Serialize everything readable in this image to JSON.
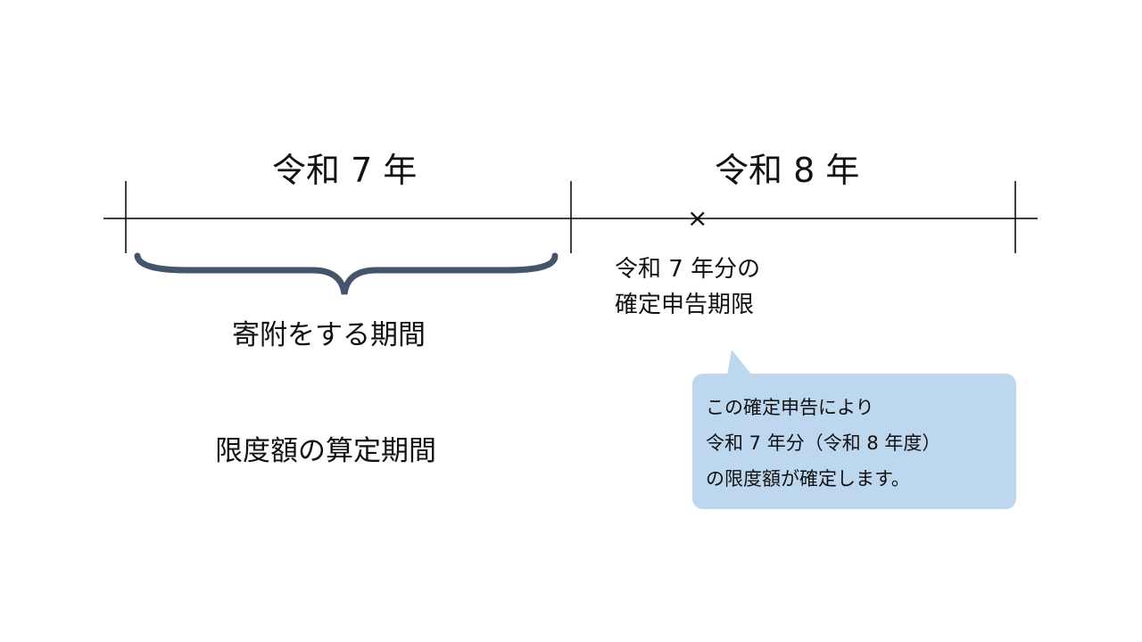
{
  "timeline": {
    "year1_label": "令和 7 年",
    "year2_label": "令和 8 年",
    "deadline_mark": "×",
    "deadline_label_line1": "令和 7 年分の",
    "deadline_label_line2": "確定申告期限"
  },
  "brace_label": "寄附をする期間",
  "limit_period_label": "限度額の算定期間",
  "callout": {
    "lines": [
      "この確定申告により",
      "令和 7 年分（令和 8 年度）",
      "の限度額が確定します。"
    ]
  },
  "colors": {
    "brace": "#44546A",
    "callout": "#BDD7EE"
  }
}
